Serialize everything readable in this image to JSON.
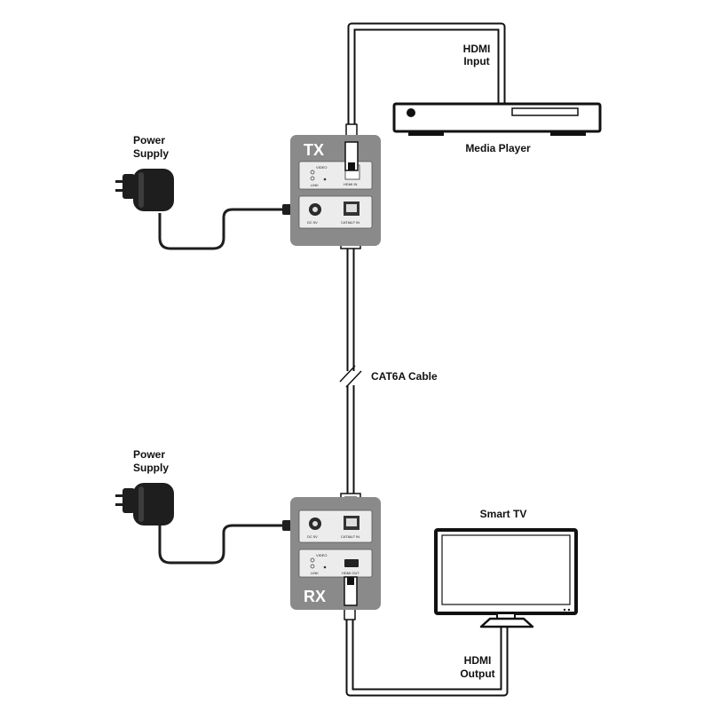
{
  "labels": {
    "hdmi_input_line1": "HDMI",
    "hdmi_input_line2": "Input",
    "media_player": "Media Player",
    "power_supply_top_line1": "Power",
    "power_supply_top_line2": "Supply",
    "power_supply_bottom_line1": "Power",
    "power_supply_bottom_line2": "Supply",
    "cable": "CAT6A Cable",
    "smart_tv": "Smart TV",
    "hdmi_output_line1": "HDMI",
    "hdmi_output_line2": "Output"
  },
  "tx": {
    "name": "TX",
    "video": "VIDEO",
    "link": "LINK",
    "hdmi_in": "HDMI IN",
    "dc": "DC 5V",
    "cat_in": "CAT6A/7 IN"
  },
  "rx": {
    "name": "RX",
    "video": "VIDEO",
    "link": "LINK",
    "hdmi_out": "HDMI OUT",
    "dc": "DC 5V",
    "cat_in": "CAT6A/7 IN"
  },
  "colors": {
    "device_body": "#8a8a8a",
    "panel": "#ececec",
    "cable_outline": "#1a1a1a",
    "adapter": "#1e1e1e"
  }
}
